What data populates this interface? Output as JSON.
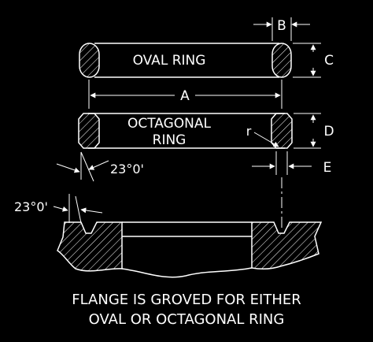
{
  "diagram": {
    "rings": {
      "oval_label": "OVAL RING",
      "octagonal_label_line1": "OCTAGONAL",
      "octagonal_label_line2": "RING"
    },
    "dimensions": {
      "a": "A",
      "b": "B",
      "c": "C",
      "d": "D",
      "e": "E",
      "r": "r",
      "angle_upper": "23°0'",
      "angle_lower": "23°0'"
    },
    "caption": {
      "line1": "FLANGE IS GROVED FOR EITHER",
      "line2": "OVAL OR OCTAGONAL RING"
    },
    "colors": {
      "background": "#000000",
      "line": "#ffffff"
    }
  }
}
